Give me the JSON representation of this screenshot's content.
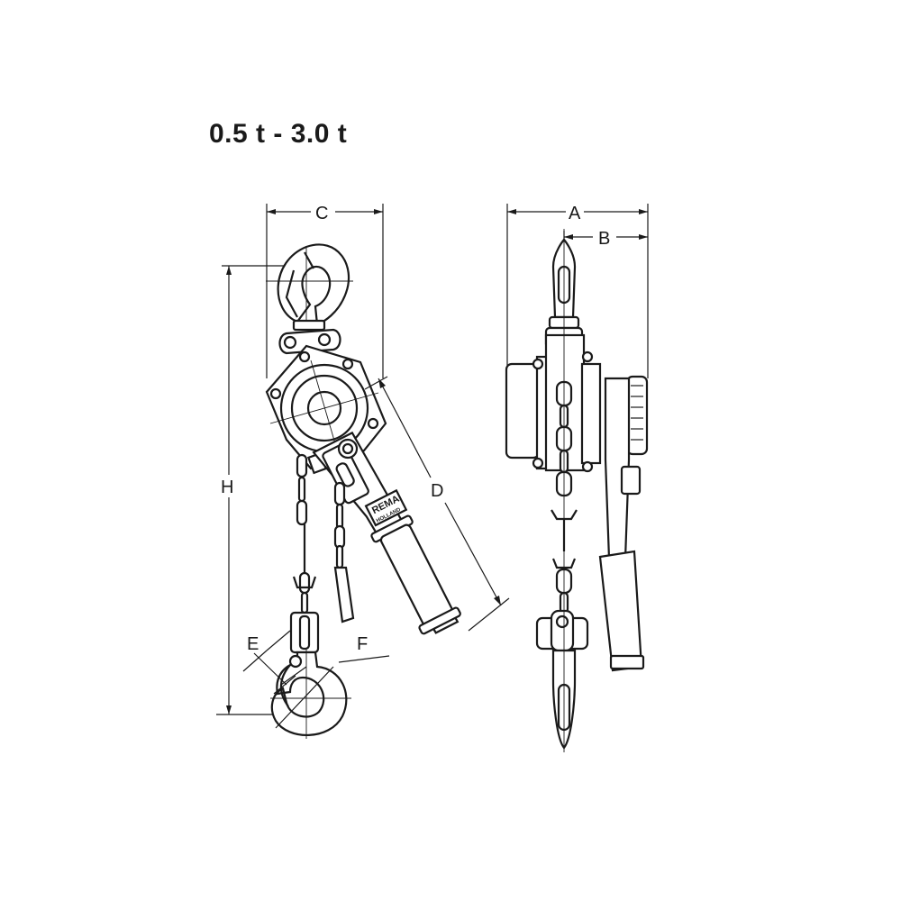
{
  "title": "0.5 t - 3.0 t",
  "brand": {
    "line1": "REMA",
    "line2": "HOLLAND"
  },
  "dimensions": {
    "A": "A",
    "B": "B",
    "C": "C",
    "D": "D",
    "E": "E",
    "F": "F",
    "H": "H"
  },
  "colors": {
    "ink": "#1a1a1a",
    "background": "#ffffff"
  }
}
